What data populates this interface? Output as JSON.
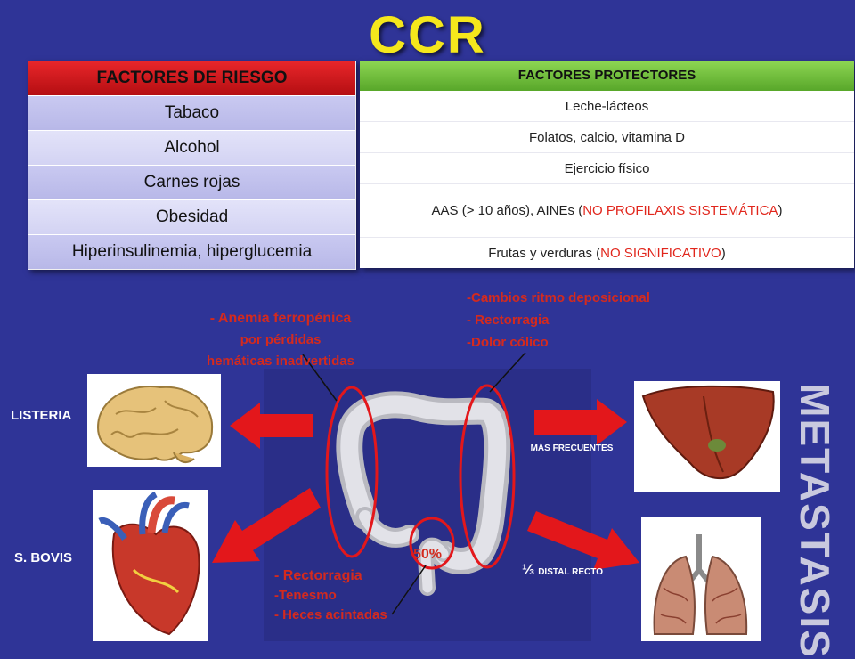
{
  "title": "CCR",
  "risk_factors": {
    "header": "FACTORES DE RIESGO",
    "items": [
      "Tabaco",
      "Alcohol",
      "Carnes rojas",
      "Obesidad",
      "Hiperinsulinemia,  hiperglucemia"
    ]
  },
  "protective_factors": {
    "header": "FACTORES PROTECTORES",
    "rows": [
      {
        "text": "Leche-lácteos",
        "note": ""
      },
      {
        "text": "Folatos, calcio, vitamina D",
        "note": ""
      },
      {
        "text": "Ejercicio físico",
        "note": ""
      },
      {
        "text": "AAS (> 10 años), AINEs (",
        "note": "NO PROFILAXIS SISTEMÁTICA",
        "suffix": ")"
      },
      {
        "text": "Frutas y verduras (",
        "note": "NO SIGNIFICATIVO",
        "suffix": ")"
      }
    ]
  },
  "symptoms": {
    "right_colon": [
      "- Anemia ferropénica",
      "por pérdidas",
      "hemáticas inadvertidas"
    ],
    "left_colon": [
      "-Cambios ritmo deposicional",
      "- Rectorragia",
      "-Dolor cólico"
    ],
    "rectum": [
      "- Rectorragia",
      "-Tenesmo",
      "- Heces acintadas"
    ],
    "rectum_percent": "50%"
  },
  "labels": {
    "listeria": "LISTERIA",
    "s_bovis": "S. BOVIS",
    "most_frequent": "MÁS FRECUENTES",
    "third_fraction": "⅓",
    "third_text": "DISTAL RECTO",
    "metastasis": "METASTASIS"
  },
  "colors": {
    "background": "#2f3497",
    "title": "#f5e71c",
    "risk_header": "#d61d21",
    "protective_header": "#7cc242",
    "symptom_text": "#d42a1e",
    "arrow": "#e3171b"
  }
}
